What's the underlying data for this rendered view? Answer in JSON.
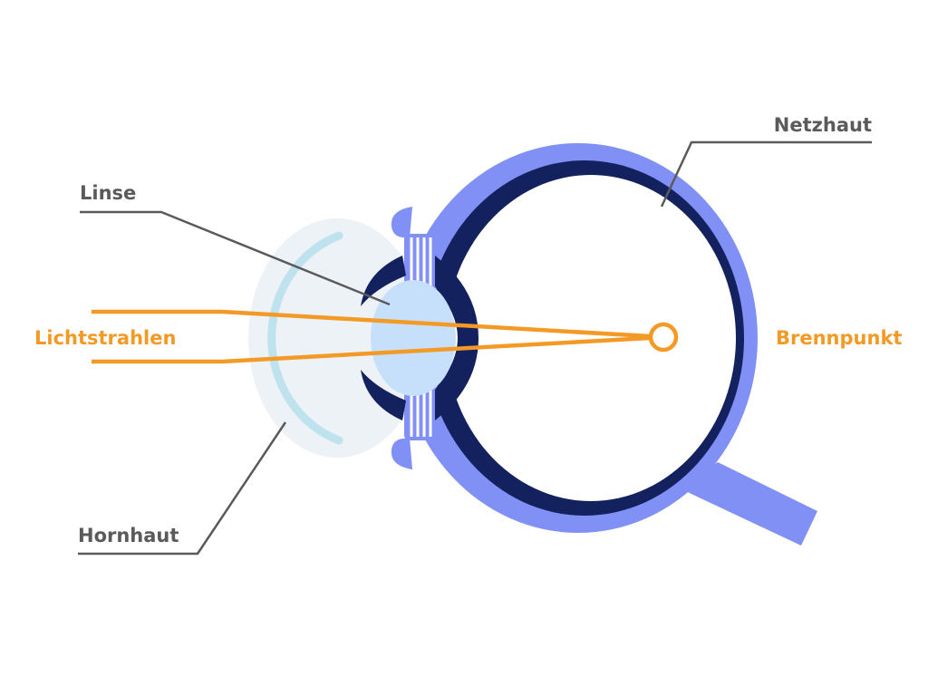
{
  "labels": {
    "netzhaut": "Netzhaut",
    "linse": "Linse",
    "lichtstrahlen": "Lichtstrahlen",
    "brennpunkt": "Brennpunkt",
    "hornhaut": "Hornhaut"
  },
  "colors": {
    "sclera": "#8090f5",
    "retina": "#14215f",
    "lens": "#c6e0fb",
    "cornea_fill": "#edf2f7",
    "cornea_arc": "#bfe3ee",
    "light_rays": "#f39a26",
    "label_text": "#5a5a5a",
    "highlight_text": "#f39a26"
  }
}
